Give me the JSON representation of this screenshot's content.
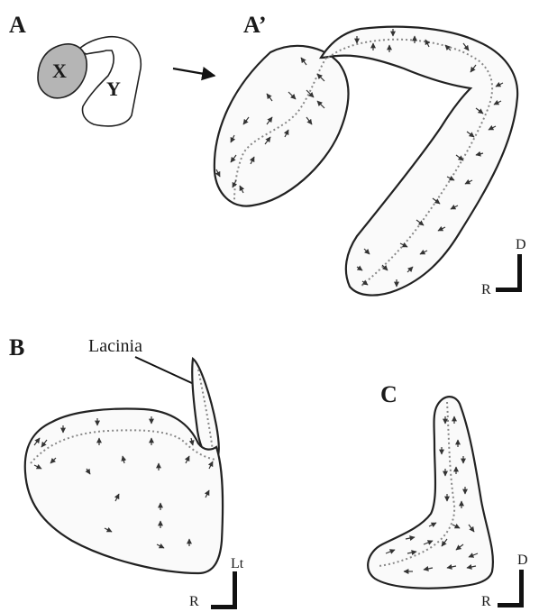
{
  "panels": {
    "A": {
      "label": "A",
      "lobe_x": "X",
      "lobe_y": "Y"
    },
    "A_prime": {
      "label": "A’",
      "axes": {
        "vertical": "D",
        "horizontal": "R"
      }
    },
    "B": {
      "label": "B",
      "callout": "Lacinia",
      "axes": {
        "vertical": "Lt",
        "horizontal": "R"
      }
    },
    "C": {
      "label": "C",
      "axes": {
        "vertical": "D",
        "horizontal": "R"
      }
    }
  },
  "colors": {
    "lobe_x_fill": "#b5b5b5",
    "outline": "#222222",
    "midline": "#888888"
  }
}
